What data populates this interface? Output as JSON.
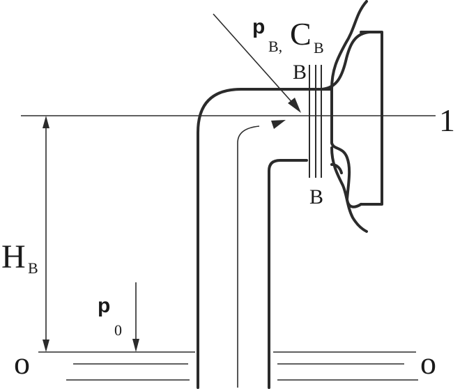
{
  "labels": {
    "section_1": "1",
    "h_b": "H",
    "h_b_sub": "B",
    "p0": "p",
    "p0_sub": "0",
    "pb": "p",
    "pb_sub": "B,",
    "cb": "C",
    "cb_sub": "B",
    "b_top": "B",
    "b_bottom": "B",
    "o_left": "o",
    "o_right": "o"
  }
}
